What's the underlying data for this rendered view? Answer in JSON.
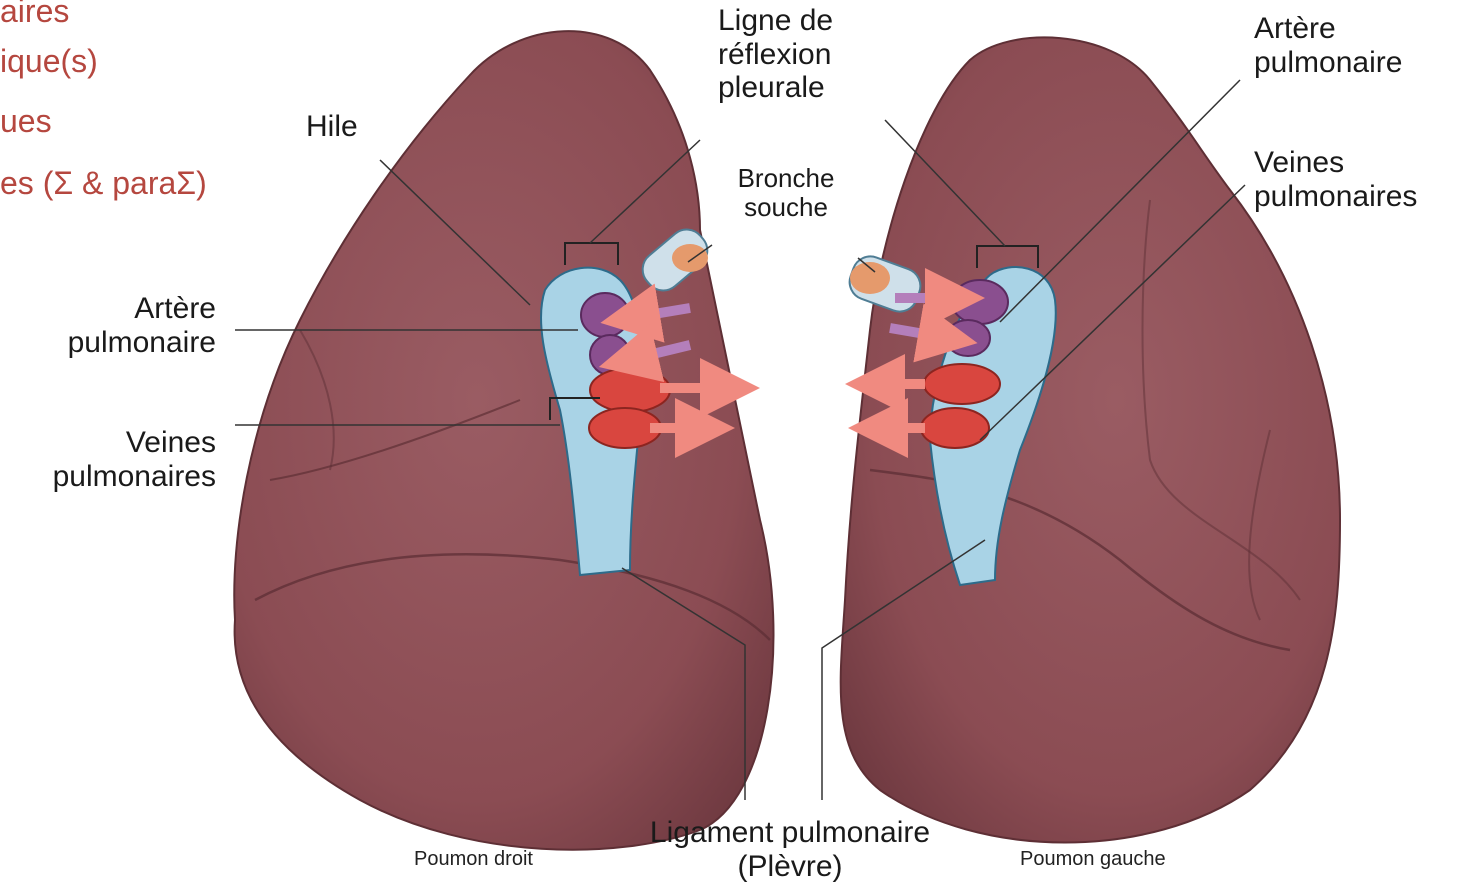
{
  "slide": {
    "partial_list": [
      "aires",
      "ique(s)",
      "ues",
      "es (Σ & paraΣ)"
    ]
  },
  "labels": {
    "hile": "Hile",
    "ligne_line1": "Ligne de",
    "ligne_line2": "réflexion",
    "ligne_line3": "pleurale",
    "bronche_line1": "Bronche",
    "bronche_line2": "souche",
    "artere_right_line1": "Artère",
    "artere_right_line2": "pulmonaire",
    "veines_right_line1": "Veines",
    "veines_right_line2": "pulmonaires",
    "artere_left_line1": "Artère",
    "artere_left_line2": "pulmonaire",
    "veines_left_line1": "Veines",
    "veines_left_line2": "pulmonaires",
    "ligament_line1": "Ligament pulmonaire",
    "ligament_line2": "(Plèvre)"
  },
  "captions": {
    "right_lung": "Poumon droit",
    "left_lung": "Poumon gauche"
  },
  "colors": {
    "lung_fill": "#8e4e55",
    "lung_shade": "#6f3a41",
    "pleura": "#a9d3e6",
    "artery": "#8a4f8f",
    "vein": "#d9463f",
    "bronchus": "#cfe0ea",
    "accent_text": "#b5473f"
  }
}
